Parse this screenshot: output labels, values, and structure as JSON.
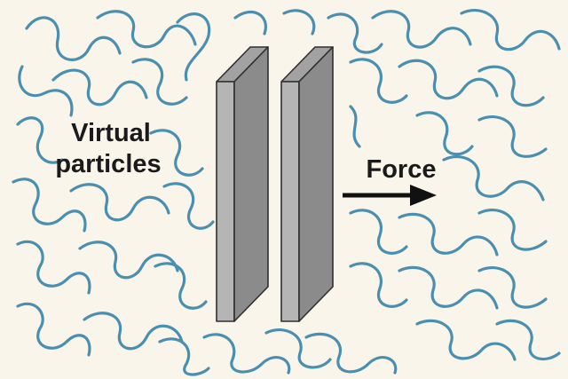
{
  "labels": {
    "virtual_line1": "Virtual",
    "virtual_line2": "particles",
    "force": "Force"
  },
  "colors": {
    "background": "#faf5eb",
    "squiggle": "#4a8fb0",
    "plate_front": "#8b8b8b",
    "plate_side": "#b5b5b5",
    "plate_top": "#a2a2a2",
    "plate_outline": "#2f2f2f",
    "text": "#1a1a1a",
    "arrow": "#111111"
  }
}
